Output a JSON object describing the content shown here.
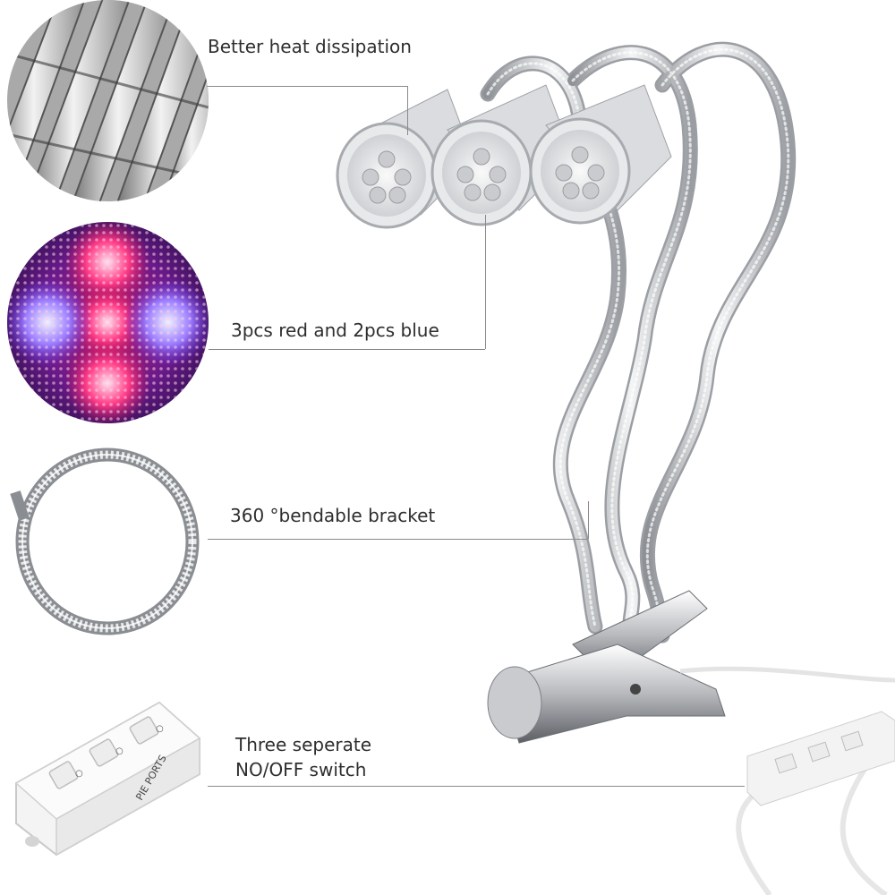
{
  "features": {
    "heat": {
      "label": "Better heat dissipation",
      "icon": "heat-sink-fins-icon"
    },
    "leds": {
      "label": "3pcs red and 2pcs blue",
      "icon": "red-blue-led-icon"
    },
    "bracket": {
      "label": "360 °bendable bracket",
      "icon": "gooseneck-coil-icon"
    },
    "switch": {
      "label_line1": "Three seperate",
      "label_line2": "NO/OFF switch",
      "icon": "switch-box-icon"
    }
  },
  "product": {
    "heads": 3,
    "switch_box_mark": "PIE PORTS",
    "colors": {
      "red_led": "#e0195a",
      "blue_led": "#6a3cff",
      "chrome": "#c7c9cc"
    }
  }
}
